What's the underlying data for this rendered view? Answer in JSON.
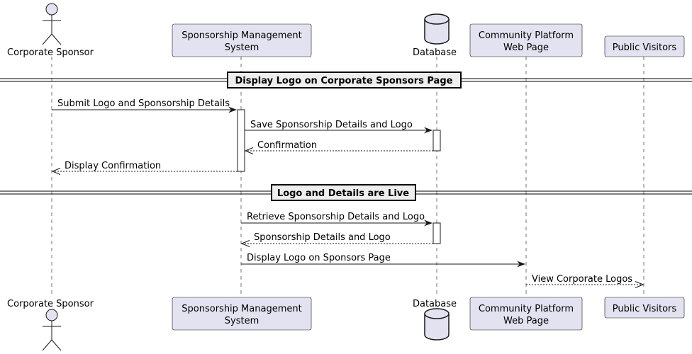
{
  "participants": {
    "sponsor": {
      "label": "Corporate Sponsor",
      "kind": "actor"
    },
    "sms": {
      "line1": "Sponsorship Management",
      "line2": "System",
      "kind": "participant"
    },
    "db": {
      "label": "Database",
      "kind": "database"
    },
    "community": {
      "line1": "Community Platform",
      "line2": "Web Page",
      "kind": "participant"
    },
    "visitors": {
      "label": "Public Visitors",
      "kind": "participant"
    }
  },
  "separators": {
    "display": "Display Logo on Corporate Sponsors Page",
    "live": "Logo and Details are Live"
  },
  "messages": {
    "m1": "Submit Logo and Sponsorship Details",
    "m2": "Save Sponsorship Details and Logo",
    "m3": "Confirmation",
    "m4": "Display Confirmation",
    "m5": "Retrieve Sponsorship Details and Logo",
    "m6": "Sponsorship Details and Logo",
    "m7": "Display Logo on Sponsors Page",
    "m8": "View Corporate Logos"
  },
  "colors": {
    "participant_fill": "#E2E2F0",
    "participant_stroke": "#181818",
    "lifeline": "#181818",
    "separator_fill": "#EEEEEE"
  }
}
